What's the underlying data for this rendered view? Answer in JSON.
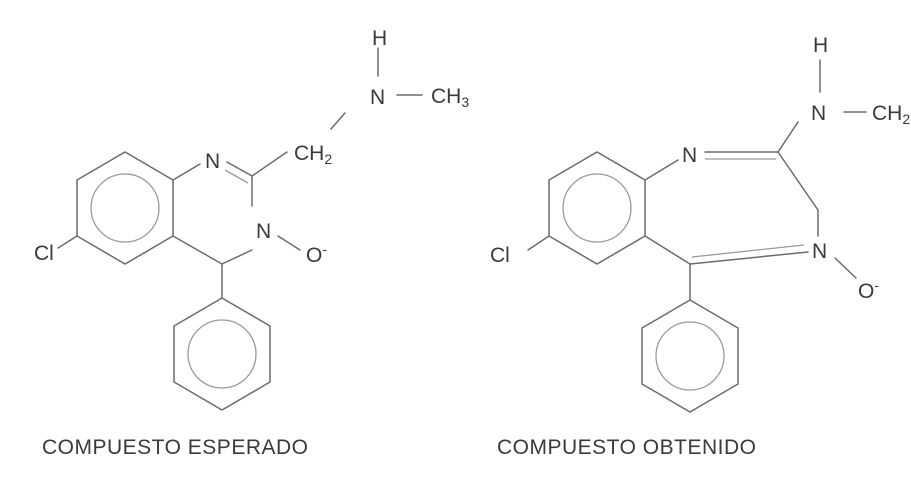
{
  "structures": [
    {
      "caption": "COMPUESTO ESPERADO",
      "atoms": {
        "h": "H",
        "n_amine": "N",
        "ch3": "CH",
        "ch3_sub": "3",
        "ch2": "CH",
        "ch2_sub": "2",
        "n_ring": "N",
        "n_oxide": "N",
        "o_minus": "O",
        "o_charge": "-",
        "cl": "Cl"
      }
    },
    {
      "caption": "COMPUESTO OBTENIDO",
      "atoms": {
        "h": "H",
        "n_amine": "N",
        "ch2": "CH",
        "ch2_sub": "2",
        "n_ring": "N",
        "n_oxide": "N",
        "o_minus": "O",
        "o_charge": "-",
        "cl": "Cl"
      }
    }
  ]
}
